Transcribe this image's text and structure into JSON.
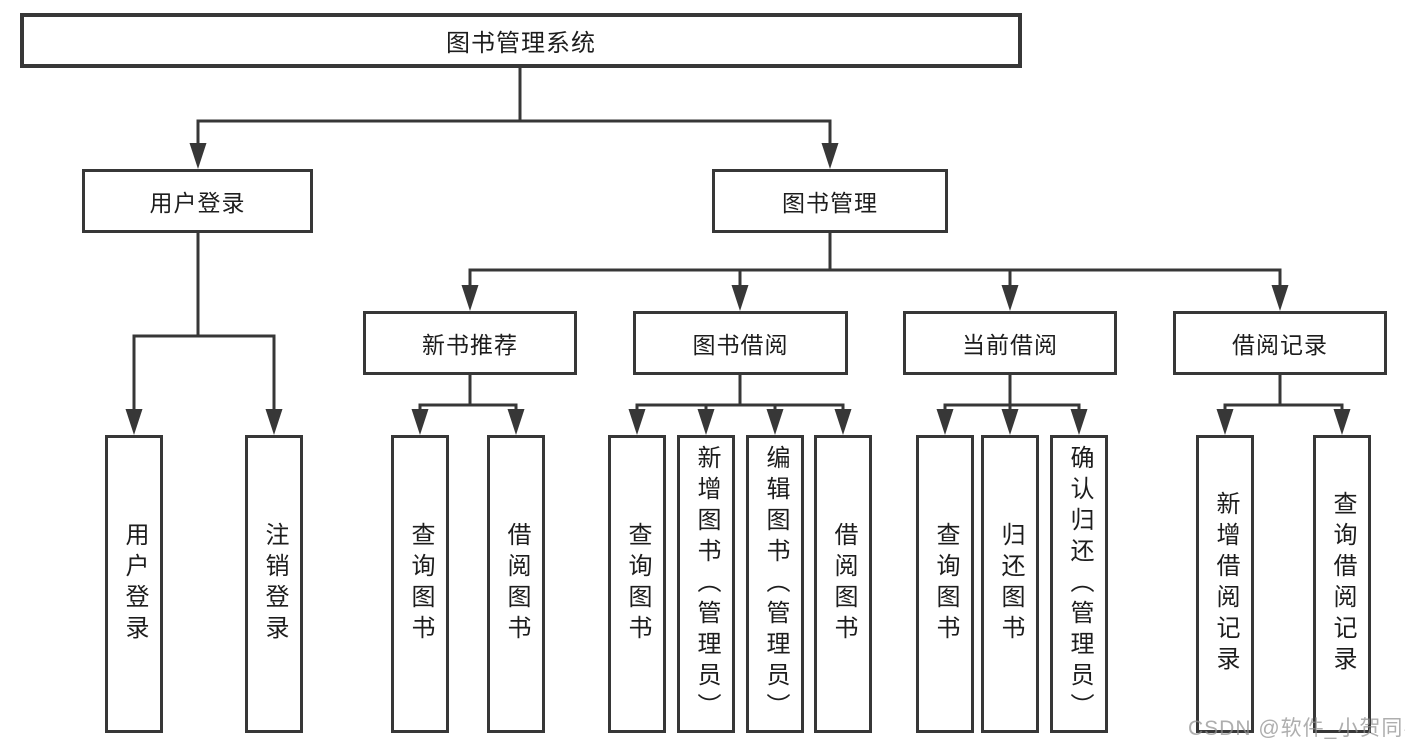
{
  "diagram": {
    "root": {
      "label": "图书管理系统"
    },
    "level2": [
      {
        "label": "用户登录"
      },
      {
        "label": "图书管理"
      }
    ],
    "level3": [
      {
        "label": "新书推荐"
      },
      {
        "label": "图书借阅"
      },
      {
        "label": "当前借阅"
      },
      {
        "label": "借阅记录"
      }
    ],
    "leaves": {
      "user_login": [
        {
          "label": "用户登录"
        },
        {
          "label": "注销登录"
        }
      ],
      "new_books": [
        {
          "label": "查询图书"
        },
        {
          "label": "借阅图书"
        }
      ],
      "book_borrow": [
        {
          "label": "查询图书"
        },
        {
          "label": "新增图书（管理员）"
        },
        {
          "label": "编辑图书（管理员）"
        },
        {
          "label": "借阅图书"
        }
      ],
      "current_borrow": [
        {
          "label": "查询图书"
        },
        {
          "label": "归还图书"
        },
        {
          "label": "确认归还（管理员）"
        }
      ],
      "borrow_records": [
        {
          "label": "新增借阅记录"
        },
        {
          "label": "查询借阅记录"
        }
      ]
    }
  },
  "watermark": "CSDN @软件_小贺同学",
  "colors": {
    "line": "#373737",
    "text": "#1d1d1d",
    "watermark": "#8f8f8f",
    "background": "#ffffff"
  }
}
